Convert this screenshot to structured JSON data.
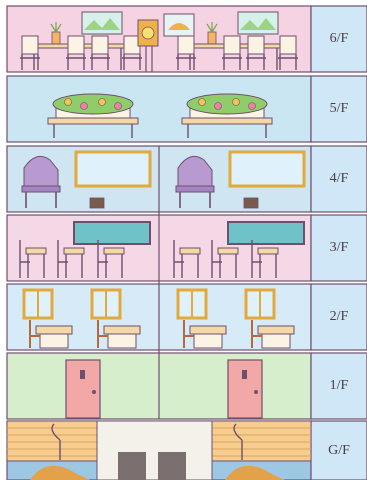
{
  "palette": {
    "outline": "#6d4f6f",
    "label_bg": "#cfe7f6",
    "f6_bg": "#f6d3e2",
    "f5_bg": "#cbe6f3",
    "f4_bg": "#cfe5f1",
    "f3_bg": "#f5d8e6",
    "f2_bg": "#d7eaf7",
    "f1_bg": "#d7eecd",
    "gf_wood": "#f6cc8f",
    "gf_water": "#9cc8e4",
    "door": "#f3a8a8",
    "piano": "#b99ad0",
    "wood_furniture": "#f2d9a6",
    "plant": "#8fcc6a",
    "window_frame": "#e2a93c",
    "glass": "#dff2fb",
    "board": "#6fc2c8"
  },
  "floors": [
    {
      "id": "6F",
      "label": "6/F",
      "scene": "dining-room"
    },
    {
      "id": "5F",
      "label": "5/F",
      "scene": "garden-planters"
    },
    {
      "id": "4F",
      "label": "4/F",
      "scene": "music-room"
    },
    {
      "id": "3F",
      "label": "3/F",
      "scene": "classroom"
    },
    {
      "id": "2F",
      "label": "2/F",
      "scene": "study-desks"
    },
    {
      "id": "1F",
      "label": "1/F",
      "scene": "entrance-doors"
    },
    {
      "id": "GF",
      "label": "G/F",
      "scene": "ground-floor-steps"
    }
  ]
}
